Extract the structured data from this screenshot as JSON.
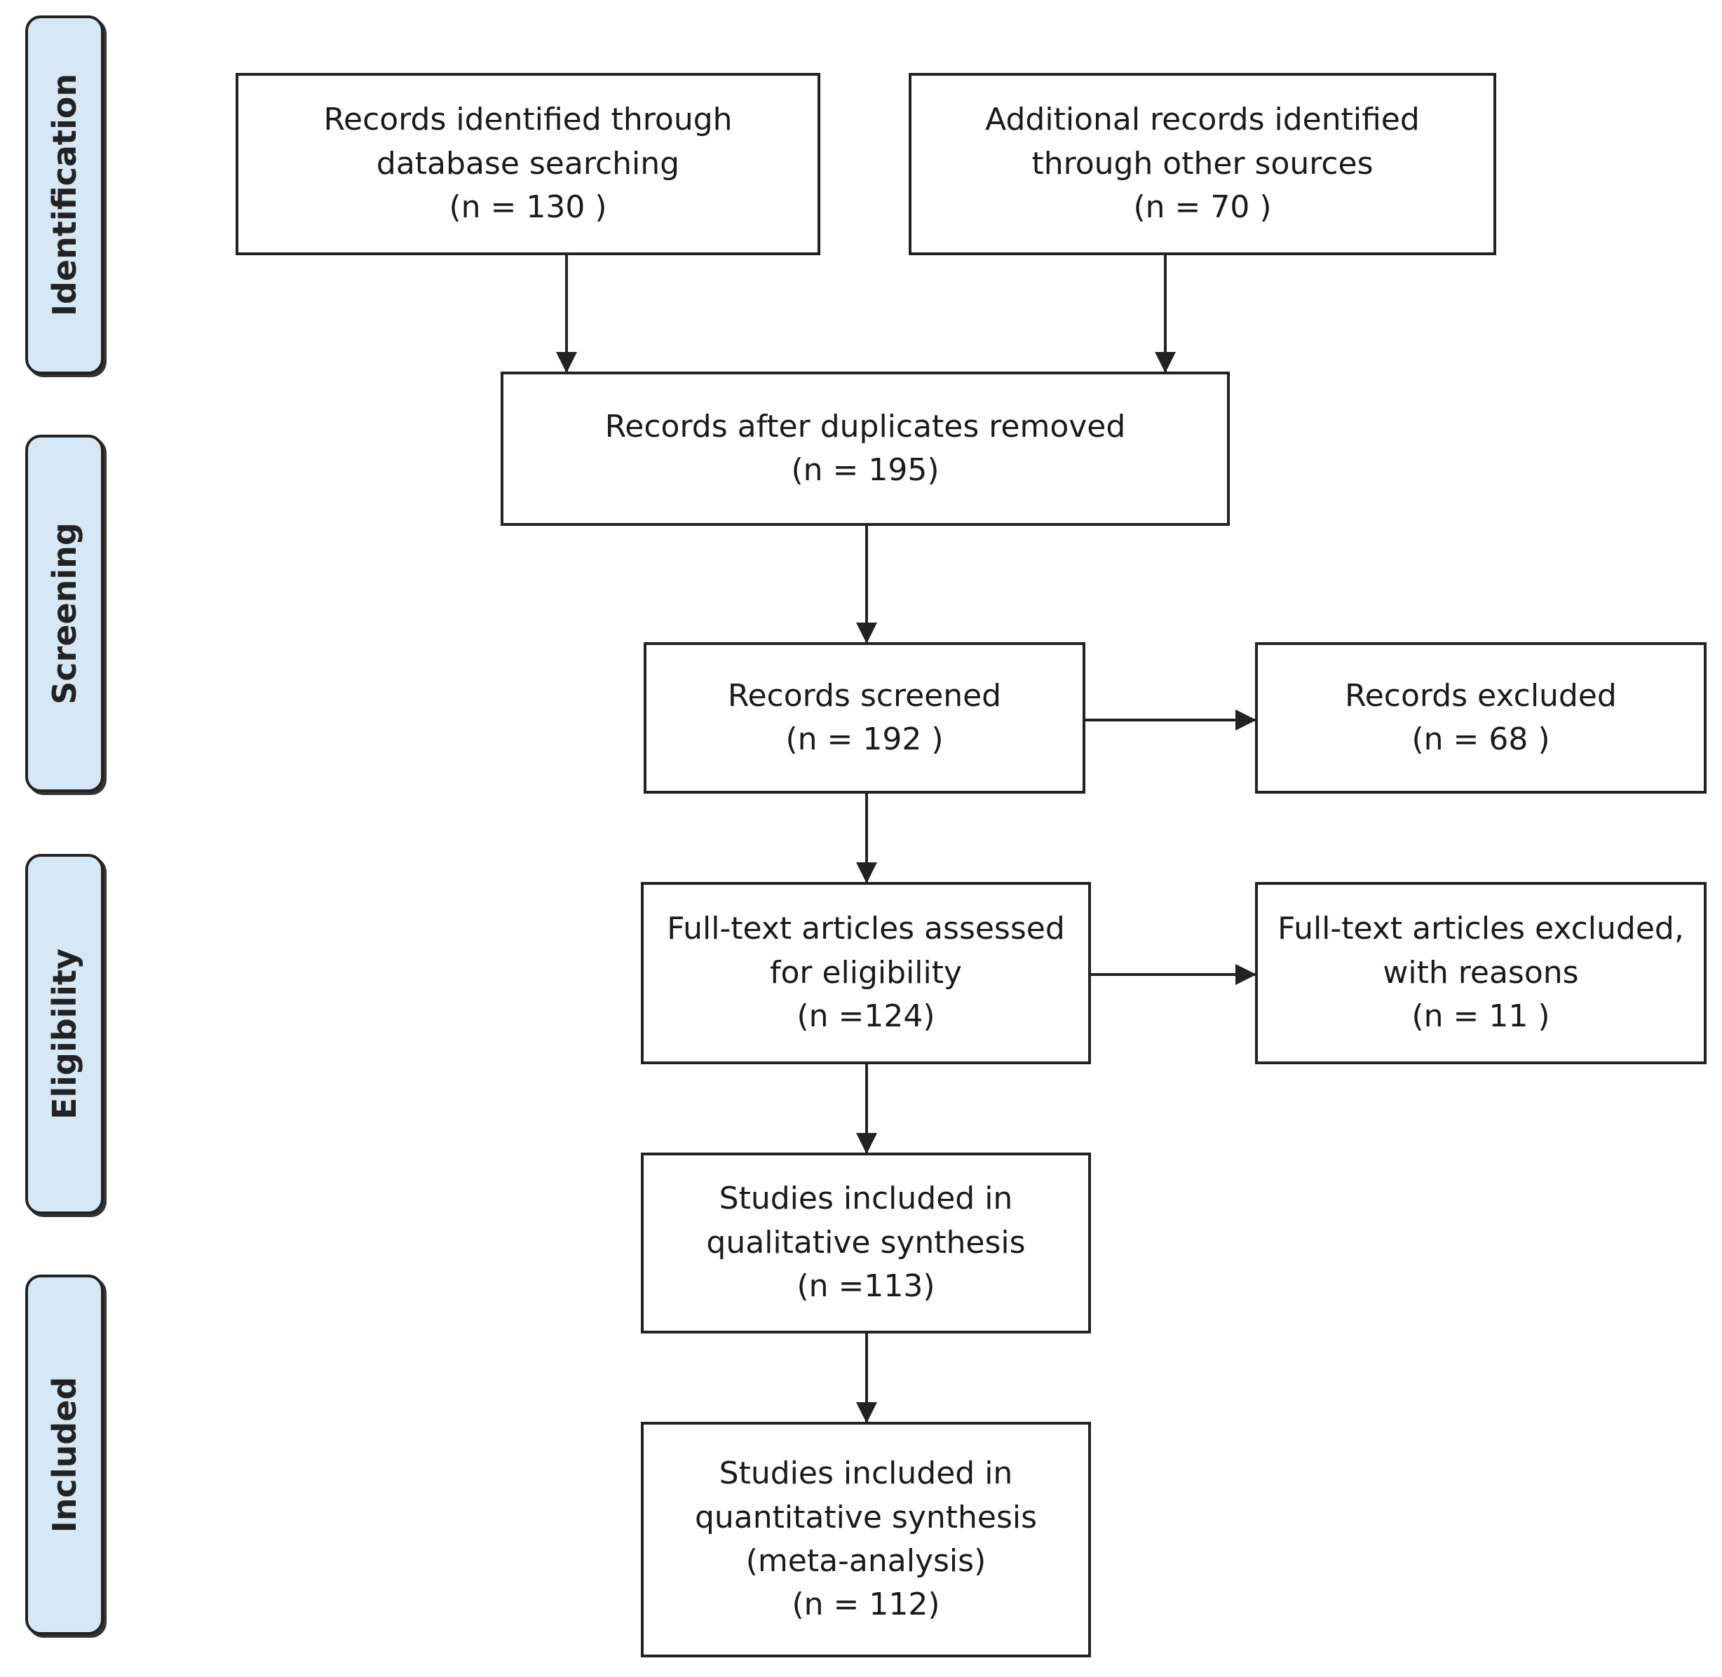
{
  "phases": {
    "identification": "Identification",
    "screening": "Screening",
    "eligibility": "Eligibility",
    "included": "Included"
  },
  "boxes": {
    "database_search": {
      "line1": "Records identified through",
      "line2": "database searching",
      "count": "(n = 130 )"
    },
    "other_sources": {
      "line1": "Additional records identified",
      "line2": "through other sources",
      "count": "(n =  70 )"
    },
    "duplicates_removed": {
      "line1": "Records after duplicates removed",
      "count": "(n = 195)"
    },
    "screened": {
      "line1": "Records screened",
      "count": "(n = 192 )"
    },
    "excluded": {
      "line1": "Records excluded",
      "count": "(n = 68 )"
    },
    "fulltext_assessed": {
      "line1": "Full-text articles assessed",
      "line2": "for eligibility",
      "count": "(n =124)"
    },
    "fulltext_excluded": {
      "line1": "Full-text articles excluded,",
      "line2": "with reasons",
      "count": "(n = 11 )"
    },
    "qualitative": {
      "line1": "Studies included in",
      "line2": "qualitative synthesis",
      "count": "(n =113)"
    },
    "quantitative": {
      "line1": "Studies included in",
      "line2": "quantitative synthesis",
      "line3": "(meta-analysis)",
      "count": "(n = 112)"
    }
  }
}
